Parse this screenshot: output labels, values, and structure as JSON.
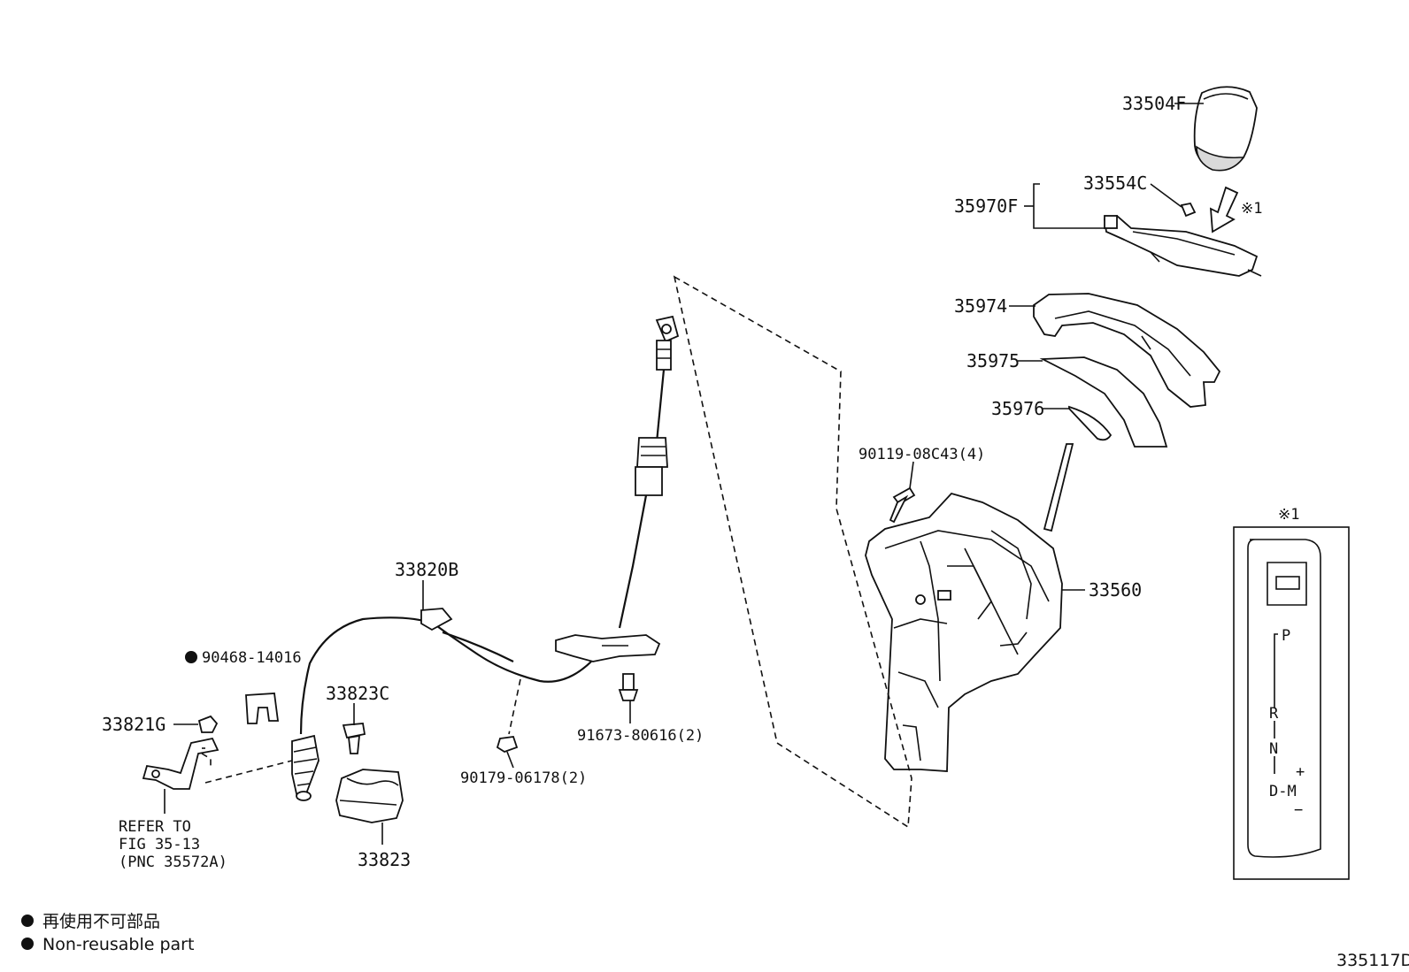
{
  "diagram": {
    "figure_code": "335117D",
    "callouts": {
      "p33504F": "33504F",
      "p33554C": "33554C",
      "p35970F": "35970F",
      "p35974": "35974",
      "p35975": "35975",
      "p35976": "35976",
      "p90119": "90119-08C43(4)",
      "p33560": "33560",
      "p33820B": "33820B",
      "p90468": "90468-14016",
      "p33823C": "33823C",
      "p33821G": "33821G",
      "p91673": "91673-80616(2)",
      "p90179": "90179-06178(2)",
      "p33823": "33823"
    },
    "refer": {
      "line1": "REFER TO",
      "line2": "FIG 35-13",
      "line3": "(PNC 35572A)"
    },
    "note_mark": "※1",
    "inset": {
      "title": "※1",
      "p": "P",
      "r": "R",
      "n": "N",
      "d": "D",
      "m": "M",
      "plus": "+",
      "minus": "−",
      "dm_line": "D-M"
    },
    "legend": {
      "japanese": "再使用不可部品",
      "english": "Non-reusable part"
    }
  }
}
